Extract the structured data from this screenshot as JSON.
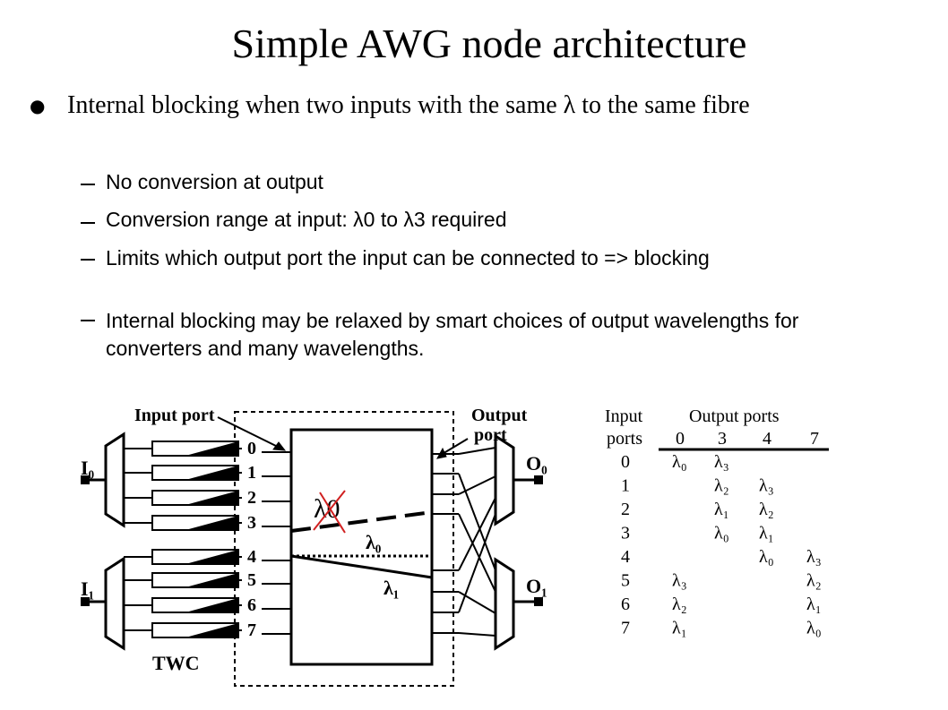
{
  "title": "Simple AWG node architecture",
  "bullet": {
    "text_before": "Internal blocking when two inputs with the same ",
    "lambda": "λ",
    "text_after": " to the same fibre"
  },
  "sub_bullets": [
    "No conversion at output",
    "Conversion range at input: λ0 to λ3 required",
    "Limits which output port the input can be connected to => blocking",
    "Internal blocking may be relaxed by smart choices of output wavelengths for converters and many wavelengths."
  ],
  "diagram": {
    "input_port_label": "Input port",
    "output_port_label_1": "Output",
    "output_port_label_2": "port",
    "twc_label": "TWC",
    "input_fibres": [
      "I₀",
      "I₁"
    ],
    "output_fibres": [
      "O₀",
      "O₁"
    ],
    "port_numbers": [
      "0",
      "1",
      "2",
      "3",
      "4",
      "5",
      "6",
      "7"
    ],
    "lambda0_label": "λ₀",
    "lambda1_label": "λ₁",
    "crossed_label": "λ0"
  },
  "table": {
    "col_header_1": "Input",
    "col_header_1b": "ports",
    "col_header_2": "Output ports",
    "output_ports": [
      "0",
      "3",
      "4",
      "7"
    ],
    "rows": [
      {
        "port": "0",
        "cells": [
          "λ₀",
          "λ₃",
          "",
          ""
        ]
      },
      {
        "port": "1",
        "cells": [
          "",
          "λ₂",
          "λ₃",
          ""
        ]
      },
      {
        "port": "2",
        "cells": [
          "",
          "λ₁",
          "λ₂",
          ""
        ]
      },
      {
        "port": "3",
        "cells": [
          "",
          "λ₀",
          "λ₁",
          ""
        ]
      },
      {
        "port": "4",
        "cells": [
          "",
          "",
          "λ₀",
          "λ₃"
        ]
      },
      {
        "port": "5",
        "cells": [
          "λ₃",
          "",
          "",
          "λ₂"
        ]
      },
      {
        "port": "6",
        "cells": [
          "λ₂",
          "",
          "",
          "λ₁"
        ]
      },
      {
        "port": "7",
        "cells": [
          "λ₁",
          "",
          "",
          "λ₀"
        ]
      }
    ]
  }
}
